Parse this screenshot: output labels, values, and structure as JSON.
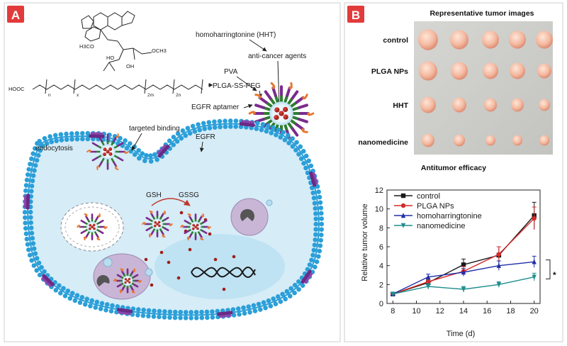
{
  "panel_a": {
    "badge": "A",
    "molecule_label": "homoharringtonine (HHT)",
    "anticancer_label": "anti-cancer agents",
    "pva_label": "PVA",
    "polymer_label": "PLGA-SS-PEG",
    "aptamer_label": "EGFR aptamer",
    "targeted_label": "targeted binding",
    "endocytosis_label": "endocytosis",
    "egfr_label": "EGFR",
    "gsh_label": "GSH",
    "gssg_label": "GSSG",
    "structure_text": {
      "meo": "H3CO",
      "ho": "HO",
      "oh": "OH",
      "och3": "OCH3",
      "hooc": "HOOC",
      "sub_n": "n",
      "sub_x": "x",
      "sub_2m": "2m",
      "sub_2n": "2n"
    }
  },
  "panel_b": {
    "badge": "B",
    "images_title": "Representative tumor images",
    "rows": [
      "control",
      "PLGA NPs",
      "HHT",
      "nanomedicine"
    ],
    "significance": "*"
  },
  "colors": {
    "badge": "#e23b3b",
    "membrane": "#2b9fd8",
    "cell": "#d6ecf7",
    "nucleus": "#bfe3f3",
    "control": "#1a1a1a",
    "plga": "#d62a2a",
    "hht": "#1f2fa8",
    "nano": "#1f8e8e"
  },
  "chart_data": {
    "type": "line",
    "title": "Antitumor efficacy",
    "xlabel": "Time (d)",
    "ylabel": "Relative tumor volume",
    "xlim": [
      7.5,
      20.5
    ],
    "ylim": [
      0,
      12
    ],
    "xticks": [
      8,
      10,
      12,
      14,
      16,
      18,
      20
    ],
    "yticks": [
      0,
      2,
      4,
      6,
      8,
      10,
      12
    ],
    "x": [
      8,
      11,
      14,
      17,
      20
    ],
    "legend_position": "top-left",
    "series": [
      {
        "name": "control",
        "marker": "square",
        "color": "#1a1a1a",
        "values": [
          1.0,
          2.2,
          4.1,
          5.1,
          9.3
        ],
        "errors": [
          0.1,
          0.3,
          0.6,
          0.9,
          1.4
        ]
      },
      {
        "name": "PLGA NPs",
        "marker": "circle",
        "color": "#d62a2a",
        "values": [
          1.0,
          2.3,
          3.4,
          5.2,
          9.0
        ],
        "errors": [
          0.1,
          0.3,
          0.5,
          0.8,
          1.2
        ]
      },
      {
        "name": "homoharringtonine",
        "marker": "triangle-up",
        "color": "#1f2fa8",
        "values": [
          1.0,
          2.8,
          3.3,
          4.0,
          4.4
        ],
        "errors": [
          0.1,
          0.3,
          0.4,
          0.5,
          0.6
        ]
      },
      {
        "name": "nanomedicine",
        "marker": "triangle-down",
        "color": "#1f8e8e",
        "values": [
          1.0,
          1.8,
          1.5,
          2.0,
          2.8
        ],
        "errors": [
          0.1,
          0.3,
          0.3,
          0.3,
          0.4
        ]
      }
    ]
  }
}
